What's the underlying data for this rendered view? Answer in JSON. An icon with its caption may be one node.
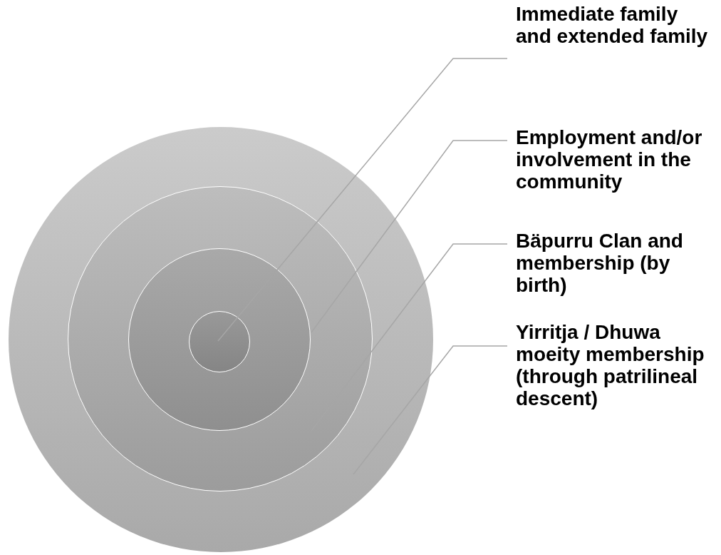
{
  "diagram": {
    "nodes": [
      {
        "text": [],
        "shape": "circle"
      },
      {
        "text": [],
        "shape": "circle",
        "in": 0
      },
      {
        "text": [],
        "shape": "circle",
        "in": 1
      },
      {
        "text": [],
        "shape": "circle",
        "in": 2
      },
      {
        "text": [
          "Immediate family and extended family"
        ]
      },
      {
        "text": [
          "Employment and/or involvement in the community"
        ]
      },
      {
        "text": [
          "Bäpurru Clan and membership (by birth)"
        ]
      },
      {
        "text": [
          "Yirritja / Dhuwa moeity membership (through patrilineal descent)"
        ]
      }
    ],
    "edges": [
      {
        "from": 4,
        "to": 3,
        "arrow": "none"
      },
      {
        "from": 5,
        "to": 2,
        "arrow": "none"
      },
      {
        "from": 6,
        "to": 1,
        "arrow": "none"
      },
      {
        "from": 7,
        "to": 0,
        "arrow": "none"
      }
    ]
  }
}
